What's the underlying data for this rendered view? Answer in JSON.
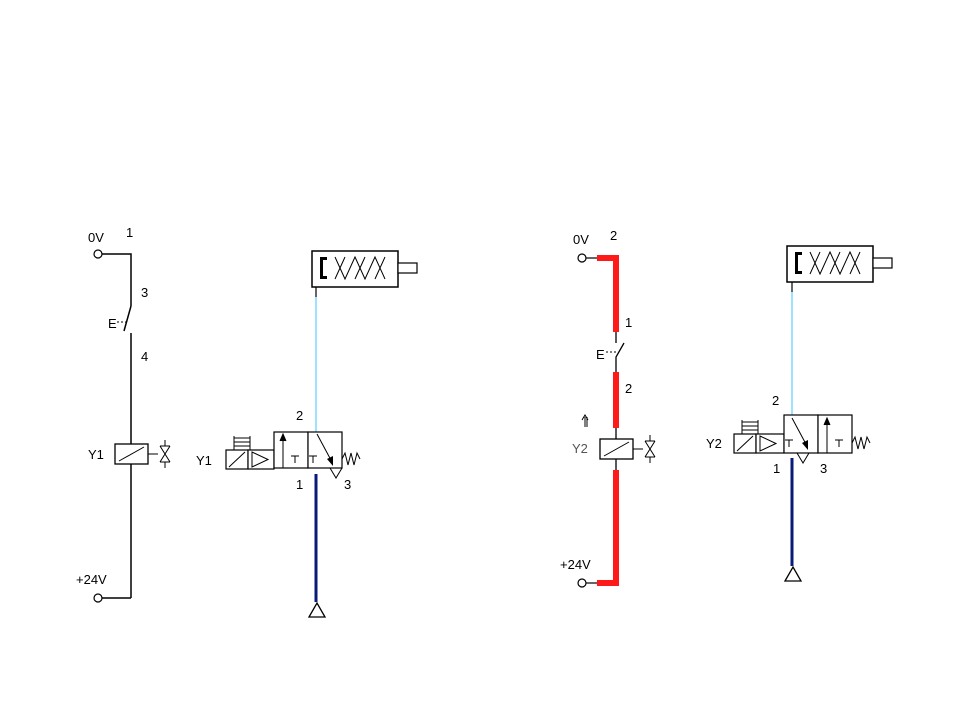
{
  "colors": {
    "background": "#ffffff",
    "wire": "#000000",
    "energized_wire": "#ff1a1a",
    "supply_line": "#0a1a7a",
    "exhaust_line": "#7fd8ff",
    "label_gray": "#555555"
  },
  "left_circuit": {
    "electrical": {
      "terminal_top": "0V",
      "terminal_bottom": "+24V",
      "pin_top": "1",
      "switch_pin_a": "3",
      "switch_pin_b": "4",
      "switch_label": "E",
      "coil_label": "Y1"
    },
    "pneumatic": {
      "solenoid_label": "Y1",
      "port_work": "2",
      "port_supply": "1",
      "port_exhaust": "3"
    }
  },
  "right_circuit": {
    "electrical": {
      "terminal_top": "0V",
      "terminal_bottom": "+24V",
      "pin_top": "2",
      "switch_pin_a": "1",
      "switch_pin_b": "2",
      "switch_label": "E",
      "coil_label": "Y2"
    },
    "pneumatic": {
      "solenoid_label": "Y2",
      "port_work": "2",
      "port_supply": "1",
      "port_exhaust": "3"
    }
  }
}
